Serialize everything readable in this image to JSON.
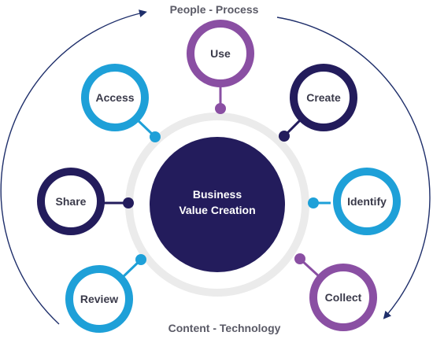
{
  "top_label": "People - Process",
  "bottom_label": "Content - Technology",
  "center": {
    "line1": "Business",
    "line2": "Value Creation"
  },
  "colors": {
    "navy": "#231c5c",
    "cyan": "#1ea0d8",
    "purple": "#8a4fa3",
    "ring": "#ebebeb",
    "arrow": "#1f2f6b",
    "text_dark": "#3a3a4a"
  },
  "nodes": [
    {
      "label": "Use",
      "color": "purple"
    },
    {
      "label": "Create",
      "color": "navy"
    },
    {
      "label": "Identify",
      "color": "cyan"
    },
    {
      "label": "Collect",
      "color": "purple"
    },
    {
      "label": "Review",
      "color": "cyan"
    },
    {
      "label": "Share",
      "color": "navy"
    },
    {
      "label": "Access",
      "color": "cyan"
    }
  ]
}
